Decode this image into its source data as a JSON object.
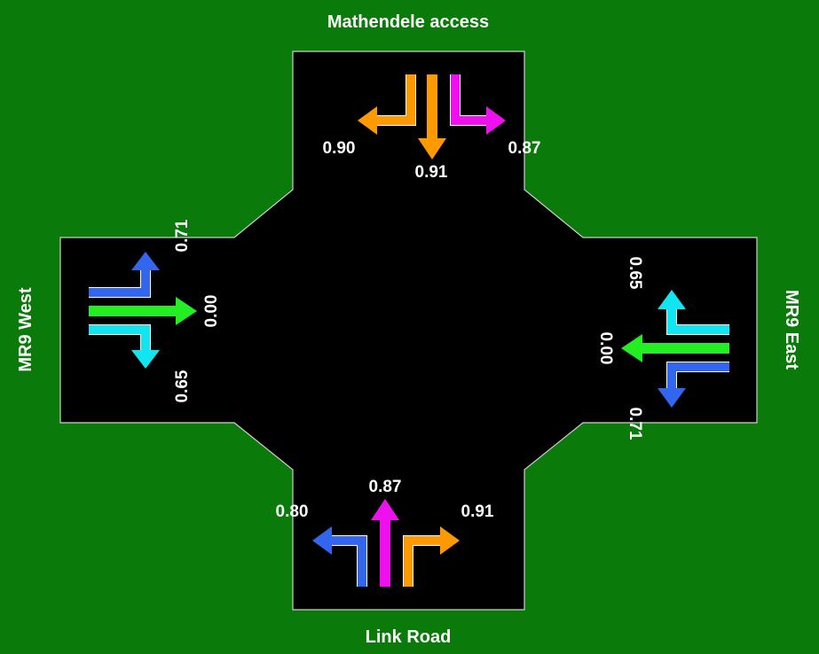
{
  "colors": {
    "background": "#0a7a0a",
    "road": "#000000",
    "road_edge": "#cfcfcf",
    "text": "#ffffff",
    "blue": "#3366ee",
    "cyan": "#11e6f0",
    "green": "#22ee22",
    "orange": "#ff9900",
    "magenta": "#ee11ee"
  },
  "approaches": {
    "north": {
      "name": "Mathendele access",
      "right_turn": "0.90",
      "through": "0.91",
      "left_turn": "0.87"
    },
    "west": {
      "name": "MR9 West",
      "right_turn": "0.71",
      "through": "0.00",
      "left_turn": "0.65"
    },
    "east": {
      "name": "MR9 East",
      "left_turn": "0.65",
      "through": "0.00",
      "right_turn": "0.71"
    },
    "south": {
      "name": "Link Road",
      "left_turn": "0.80",
      "through": "0.87",
      "right_turn": "0.91"
    }
  }
}
